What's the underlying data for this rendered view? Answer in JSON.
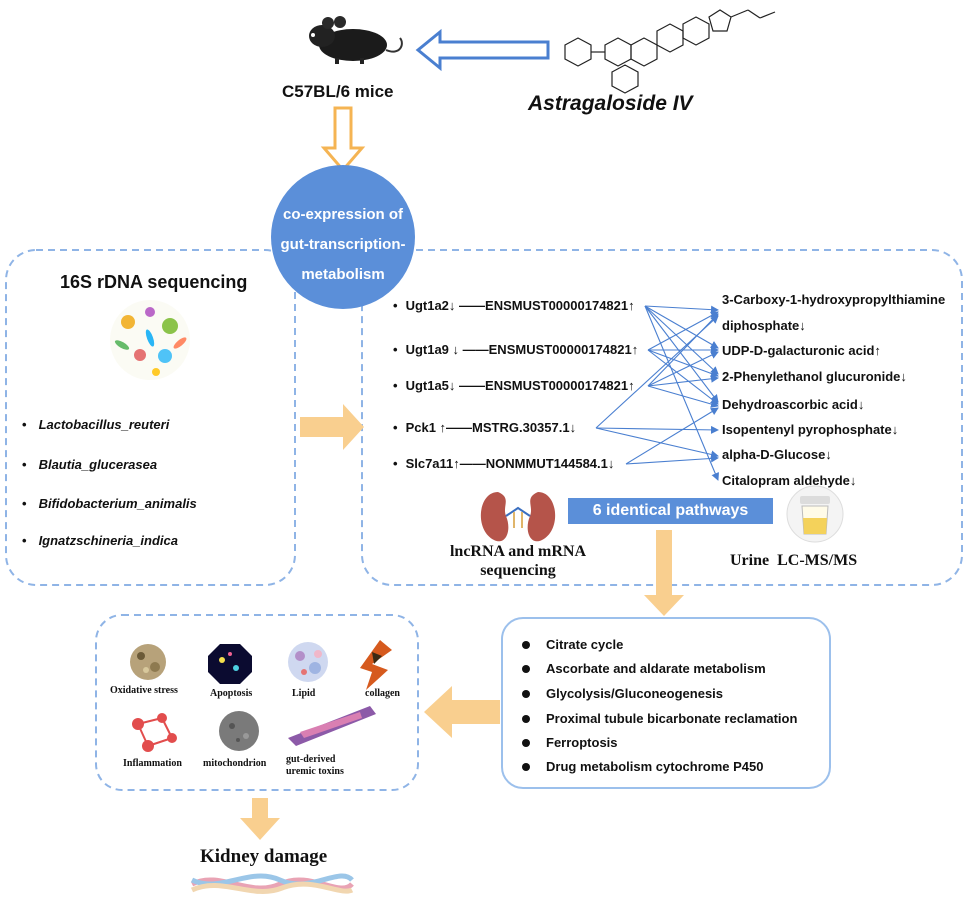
{
  "top": {
    "mice_label": "C57BL/6 mice",
    "compound_label": "Astragaloside IV"
  },
  "center": {
    "line1": "co-expression of",
    "line2": "gut-transcription-",
    "line3": "metabolism"
  },
  "left_panel": {
    "title": "16S rDNA sequencing",
    "bacteria": [
      "Lactobacillus_reuteri",
      "Blautia_glucerasea",
      "Bifidobacterium_animalis",
      "Ignatzschineria_indica"
    ]
  },
  "genes": [
    "Ugt1a2↓ ——ENSMUST00000174821↑",
    "Ugt1a9 ↓ ——ENSMUST00000174821↑",
    "Ugt1a5↓ ——ENSMUST00000174821↑",
    "Pck1 ↑——MSTRG.30357.1↓",
    "Slc7a11↑——NONMMUT144584.1↓"
  ],
  "metabolites": [
    "3-Carboxy-1-hydroxypropylthiamine",
    "diphosphate↓",
    "UDP-D-galacturonic acid↑",
    "2-Phenylethanol glucuronide↓",
    "Dehydroascorbic acid↓",
    "Isopentenyl pyrophosphate↓",
    "alpha-D-Glucose↓",
    "Citalopram aldehyde↓"
  ],
  "pathways_banner": "6 identical  pathways",
  "lncrna_label_line1": "lncRNA and mRNA",
  "lncrna_label_line2": "sequencing",
  "urine_label": "Urine  LC-MS/MS",
  "pathways": [
    "Citrate cycle",
    "Ascorbate and aldarate metabolism",
    "Glycolysis/Gluconeogenesis",
    "Proximal tubule bicarbonate reclamation",
    "Ferroptosis",
    "Drug metabolism cytochrome P450"
  ],
  "effects": {
    "oxidative_stress": "Oxidative stress",
    "apoptosis": "Apoptosis",
    "lipid": "Lipid",
    "collagen": "collagen",
    "inflammation": "Inflammation",
    "mitochondrion": "mitochondrion",
    "toxins_line1": "gut-derived",
    "toxins_line2": "uremic toxins"
  },
  "bottom_label": "Kidney damage",
  "colors": {
    "dashed_border": "#8fb4e6",
    "circle": "#5b8fd9",
    "banner": "#5b8fd9",
    "orange_arrow": "#f9cf8f",
    "blue_arrow": "#4a7fd0",
    "connector": "#4a7fd0"
  }
}
